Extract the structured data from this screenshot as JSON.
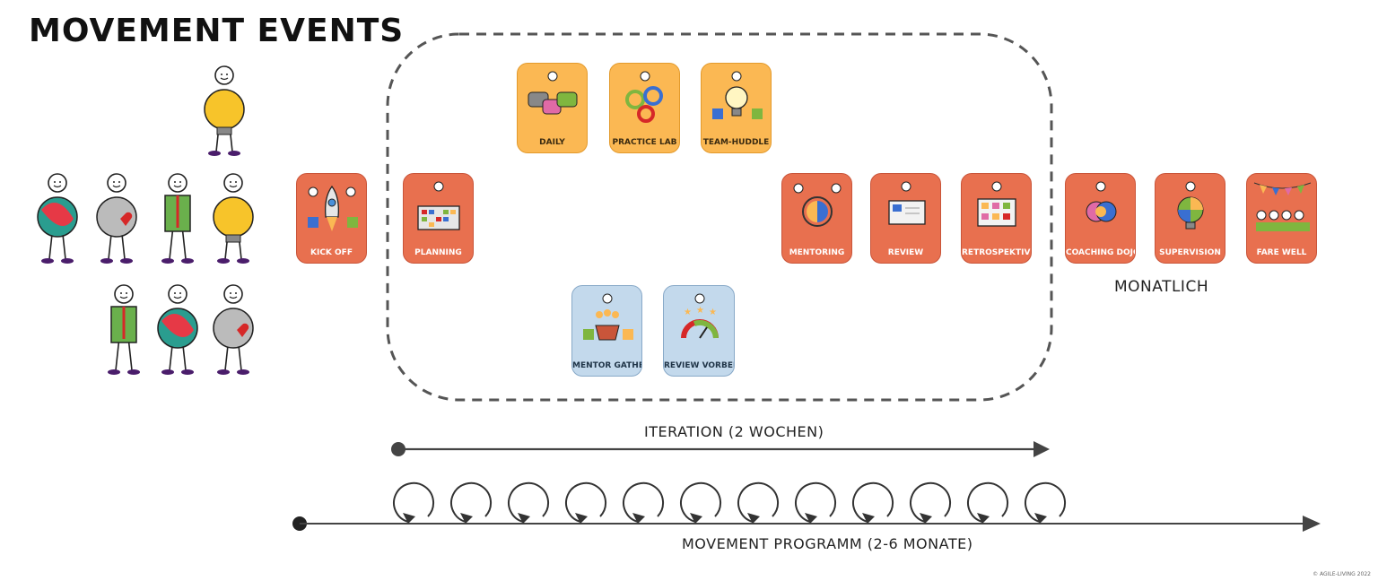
{
  "title": "MOVEMENT EVENTS",
  "cards": [
    {
      "id": "kick-off",
      "label": "KICK OFF",
      "style": "orange",
      "icon": "rocket-icon"
    },
    {
      "id": "planning",
      "label": "PLANNING",
      "style": "orange",
      "icon": "calendar-icon"
    },
    {
      "id": "daily",
      "label": "DAILY",
      "style": "yellow",
      "icon": "speech-bubbles-icon"
    },
    {
      "id": "practice-lab",
      "label": "PRACTICE LAB",
      "style": "yellow",
      "icon": "gears-icon"
    },
    {
      "id": "team-huddle",
      "label": "TEAM-HUDDLE",
      "style": "yellow",
      "icon": "lightbulb-icon"
    },
    {
      "id": "mentoring",
      "label": "MENTORING",
      "style": "orange",
      "icon": "cycle-gear-icon"
    },
    {
      "id": "review",
      "label": "REVIEW",
      "style": "orange",
      "icon": "presentation-board-icon"
    },
    {
      "id": "retrospektive",
      "label": "RETROSPEKTIVE",
      "style": "orange",
      "icon": "sticky-notes-board-icon"
    },
    {
      "id": "coaching-dojo",
      "label": "COACHING DOJO",
      "style": "orange",
      "icon": "brain-icon"
    },
    {
      "id": "supervision",
      "label": "SUPERVISION",
      "style": "orange",
      "icon": "puzzle-bulb-icon"
    },
    {
      "id": "fare-well",
      "label": "FARE WELL",
      "style": "orange",
      "icon": "party-flags-icon"
    },
    {
      "id": "mentor-gathering",
      "label": "MENTOR GATHERING",
      "style": "blue",
      "icon": "coffee-cup-icon"
    },
    {
      "id": "review-vorbereitung",
      "label": "REVIEW VORBEREITUNG",
      "style": "blue",
      "icon": "gauge-stars-icon"
    }
  ],
  "monatlich_label": "MONATLICH",
  "iteration_label": "ITERATION (2 WOCHEN)",
  "programm_label": "MOVEMENT PROGRAMM (2-6 MONATE)",
  "loop_count": 12,
  "copyright": "© AGILE-LIVING 2022",
  "colors": {
    "orange": "#E8704F",
    "yellow": "#FBB853",
    "blue": "#C3D9EC",
    "line": "#444444"
  }
}
